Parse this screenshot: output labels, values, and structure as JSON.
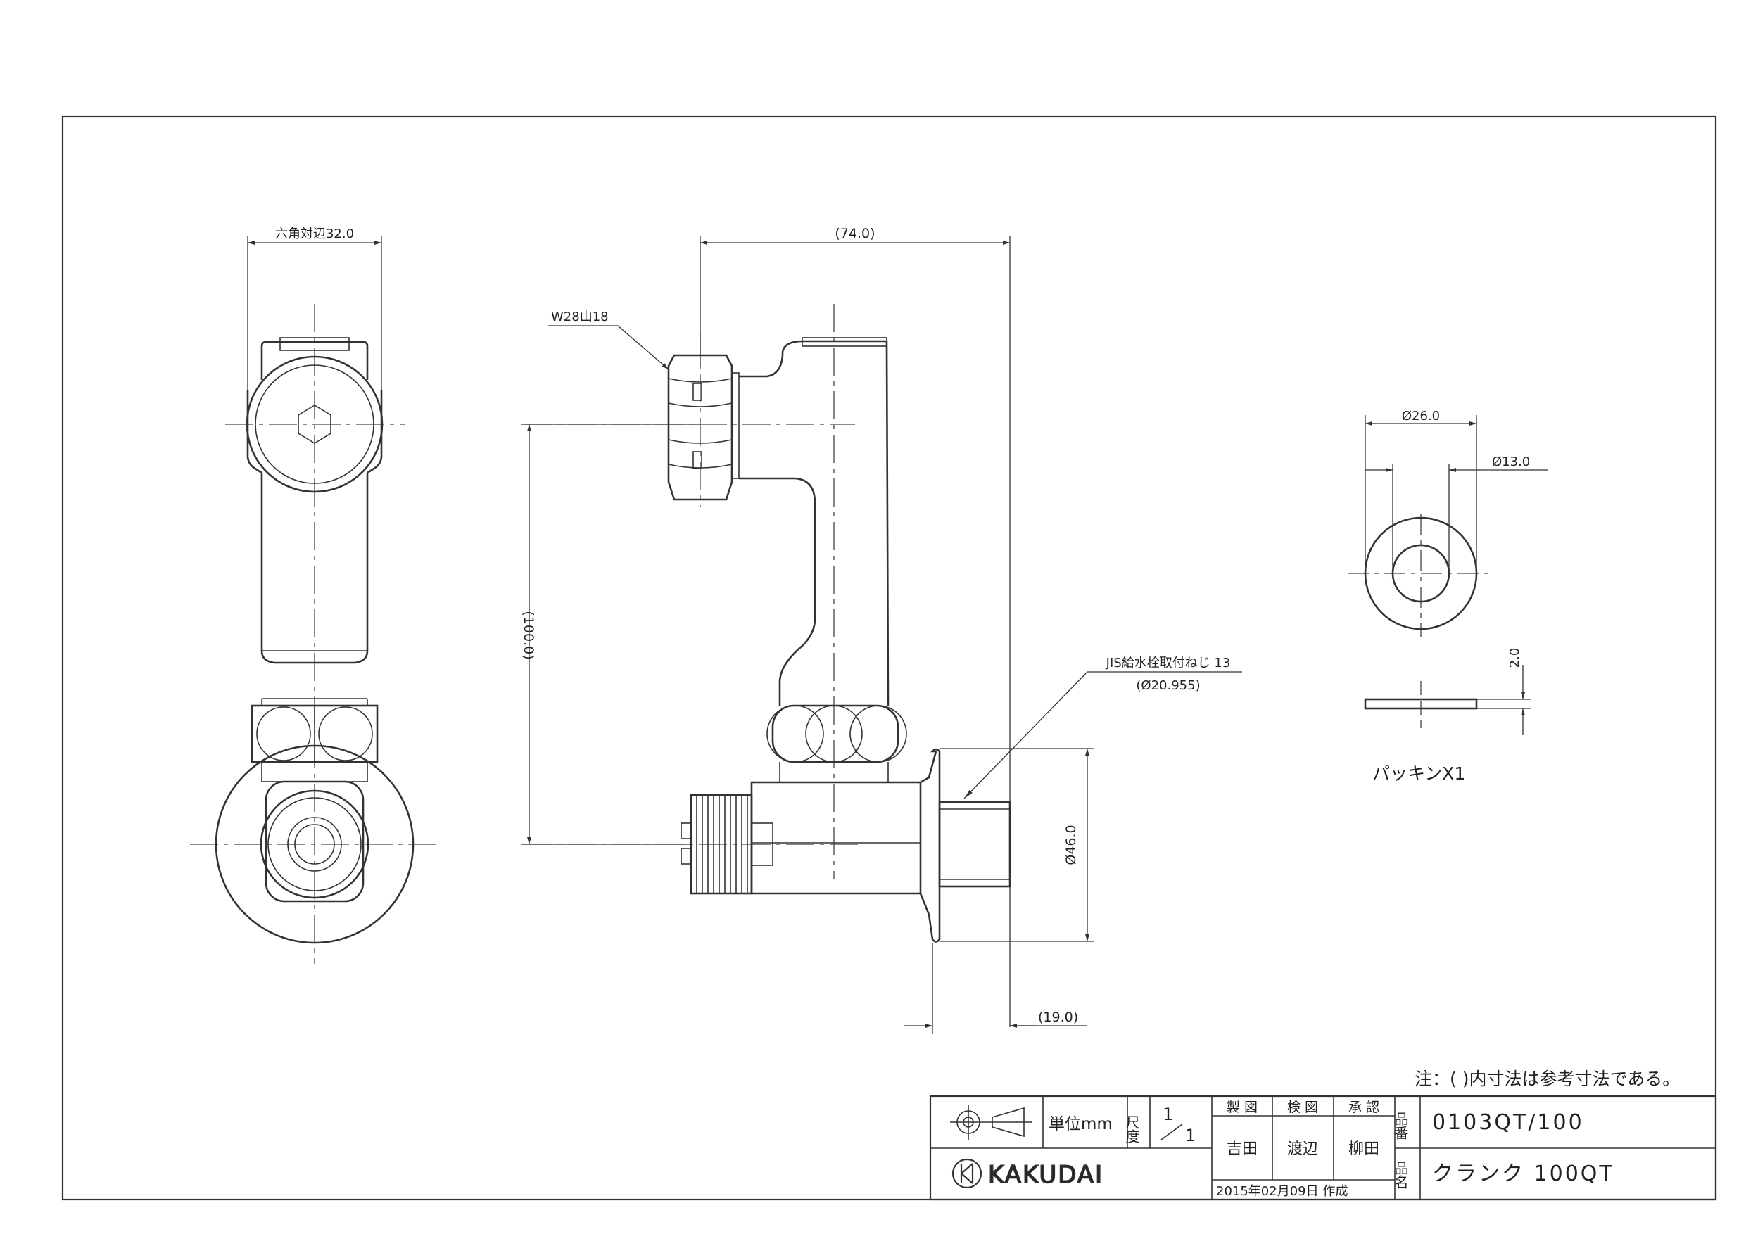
{
  "dimensions": {
    "hex_across_flats": "六角対辺32.0",
    "overall_width": "(74.0)",
    "thread_spec": "W28山18",
    "height": "(100.0)",
    "jis_thread": "JIS給水栓取付ねじ 13",
    "jis_thread_dia": "(Ø20.955)",
    "flange_dia": "Ø46.0",
    "projection": "(19.0)",
    "packing_outer": "Ø26.0",
    "packing_inner": "Ø13.0",
    "packing_thickness": "2.0"
  },
  "packing_label": "パッキンX1",
  "note": "注：( )内寸法は参考寸法である。",
  "title_block": {
    "unit_label": "単位mm",
    "scale_label": "尺度",
    "scale_num": "1",
    "scale_den": "1",
    "drawn_label": "製 図",
    "checked_label": "検 図",
    "approved_label": "承 認",
    "drawn_by": "吉田",
    "checked_by": "渡辺",
    "approved_by": "柳田",
    "part_no_label": "品番",
    "part_no": "0103QT/100",
    "name_label": "品名",
    "name": "クランク 100QT",
    "company": "KAKUDAI",
    "created": "2015年02月09日 作成"
  }
}
